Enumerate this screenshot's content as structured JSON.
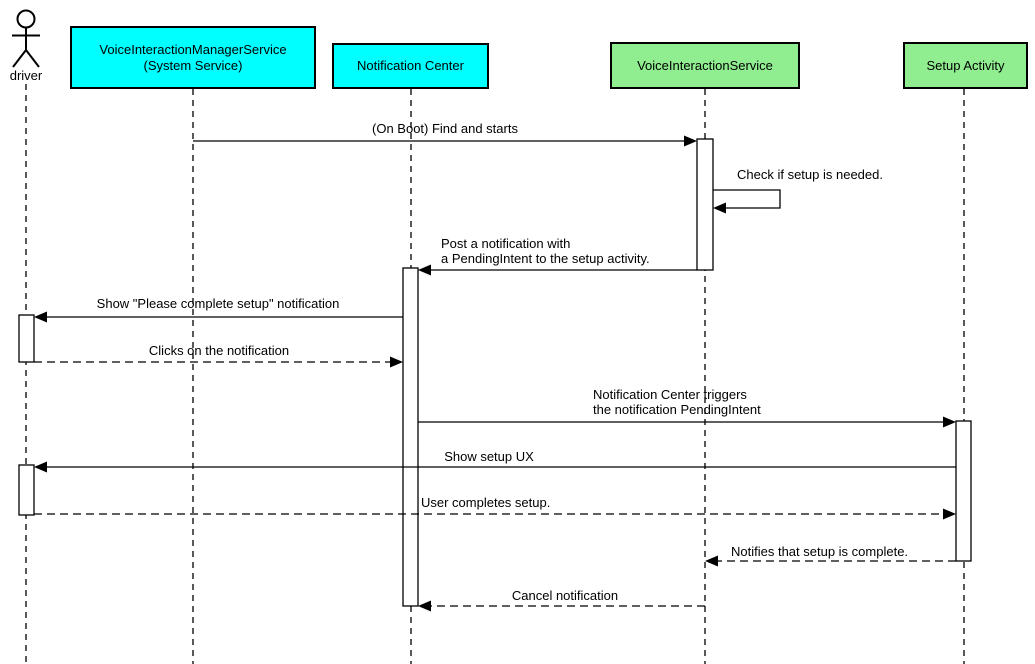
{
  "colors": {
    "background": "#ffffff",
    "system_fill": "#00ffff",
    "external_fill": "#90ee90",
    "stroke": "#000000"
  },
  "actor": {
    "label": "driver"
  },
  "participants": {
    "vims": {
      "label": "VoiceInteractionManagerService\n(System Service)"
    },
    "notification_center": {
      "label": "Notification Center"
    },
    "voice_interaction_service": {
      "label": "VoiceInteractionService"
    },
    "setup_activity": {
      "label": "Setup Activity"
    }
  },
  "messages": {
    "m1": {
      "label": "(On Boot) Find and starts",
      "from": "VoiceInteractionManagerService (System Service)",
      "to": "VoiceInteractionService",
      "style": "solid"
    },
    "m2": {
      "label": "Check if setup is needed.",
      "from": "VoiceInteractionService",
      "to": "VoiceInteractionService",
      "style": "self"
    },
    "m3": {
      "label": "Post a notification with\na PendingIntent to the setup activity.",
      "from": "VoiceInteractionService",
      "to": "Notification Center",
      "style": "solid"
    },
    "m4": {
      "label": "Show \"Please complete setup\" notification",
      "from": "Notification Center",
      "to": "driver",
      "style": "solid"
    },
    "m5": {
      "label": "Clicks on the notification",
      "from": "driver",
      "to": "Notification Center",
      "style": "dashed"
    },
    "m6": {
      "label": "Notification Center triggers\nthe notification PendingIntent",
      "from": "Notification Center",
      "to": "Setup Activity",
      "style": "solid"
    },
    "m7": {
      "label": "Show setup UX",
      "from": "Setup Activity",
      "to": "driver",
      "style": "solid"
    },
    "m8": {
      "label": "User completes setup.",
      "from": "driver",
      "to": "Setup Activity",
      "style": "dashed"
    },
    "m9": {
      "label": "Notifies that setup is complete.",
      "from": "Setup Activity",
      "to": "VoiceInteractionService",
      "style": "dashed"
    },
    "m10": {
      "label": "Cancel notification",
      "from": "VoiceInteractionService",
      "to": "Notification Center",
      "style": "dashed"
    }
  }
}
